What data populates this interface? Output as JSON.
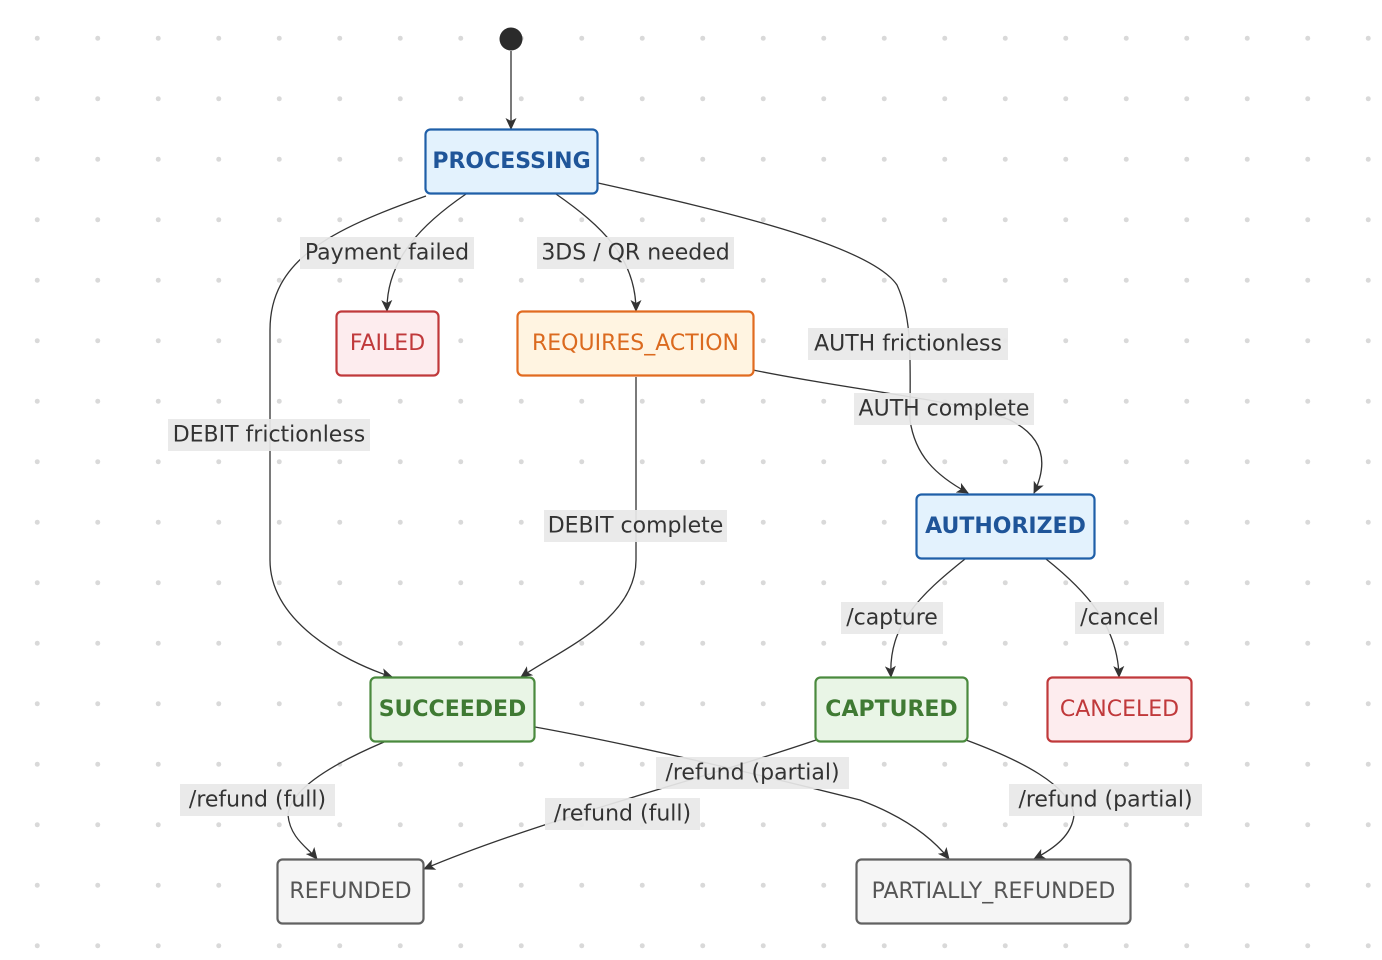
{
  "diagram": {
    "type": "state-diagram",
    "start": "PROCESSING",
    "states": [
      {
        "id": "PROCESSING",
        "label": "PROCESSING",
        "style": "blue-bold"
      },
      {
        "id": "FAILED",
        "label": "FAILED",
        "style": "red"
      },
      {
        "id": "REQUIRES_ACTION",
        "label": "REQUIRES_ACTION",
        "style": "orange"
      },
      {
        "id": "AUTHORIZED",
        "label": "AUTHORIZED",
        "style": "blue-bold"
      },
      {
        "id": "SUCCEEDED",
        "label": "SUCCEEDED",
        "style": "green-bold"
      },
      {
        "id": "CAPTURED",
        "label": "CAPTURED",
        "style": "green-bold"
      },
      {
        "id": "CANCELED",
        "label": "CANCELED",
        "style": "red"
      },
      {
        "id": "REFUNDED",
        "label": "REFUNDED",
        "style": "gray"
      },
      {
        "id": "PARTIALLY_REFUNDED",
        "label": "PARTIALLY_REFUNDED",
        "style": "gray"
      }
    ],
    "transitions": [
      {
        "from": "PROCESSING",
        "to": "FAILED",
        "label": "Payment failed"
      },
      {
        "from": "PROCESSING",
        "to": "REQUIRES_ACTION",
        "label": "3DS / QR needed"
      },
      {
        "from": "PROCESSING",
        "to": "AUTHORIZED",
        "label": "AUTH frictionless"
      },
      {
        "from": "PROCESSING",
        "to": "SUCCEEDED",
        "label": "DEBIT frictionless"
      },
      {
        "from": "REQUIRES_ACTION",
        "to": "AUTHORIZED",
        "label": "AUTH complete"
      },
      {
        "from": "REQUIRES_ACTION",
        "to": "SUCCEEDED",
        "label": "DEBIT complete"
      },
      {
        "from": "AUTHORIZED",
        "to": "CAPTURED",
        "label": "/capture"
      },
      {
        "from": "AUTHORIZED",
        "to": "CANCELED",
        "label": "/cancel"
      },
      {
        "from": "SUCCEEDED",
        "to": "REFUNDED",
        "label": "/refund (full)"
      },
      {
        "from": "SUCCEEDED",
        "to": "PARTIALLY_REFUNDED",
        "label": "/refund (partial)"
      },
      {
        "from": "CAPTURED",
        "to": "REFUNDED",
        "label": "/refund (full)"
      },
      {
        "from": "CAPTURED",
        "to": "PARTIALLY_REFUNDED",
        "label": "/refund (partial)"
      }
    ]
  },
  "colors": {
    "blue_fill": "#e3f2fd",
    "blue_stroke": "#1f5fa8",
    "blue_text": "#1f5599",
    "red_fill": "#fdecee",
    "red_stroke": "#c0393b",
    "red_text": "#c0393b",
    "orange_fill": "#fff4e1",
    "orange_stroke": "#e16b20",
    "orange_text": "#db6a1f",
    "green_fill": "#e9f5e6",
    "green_stroke": "#4a8a3e",
    "green_text": "#3f7a33",
    "gray_fill": "#f5f5f5",
    "gray_stroke": "#616161",
    "gray_text": "#555555",
    "edge": "#333333",
    "start_dot": "#2b2b2b"
  }
}
